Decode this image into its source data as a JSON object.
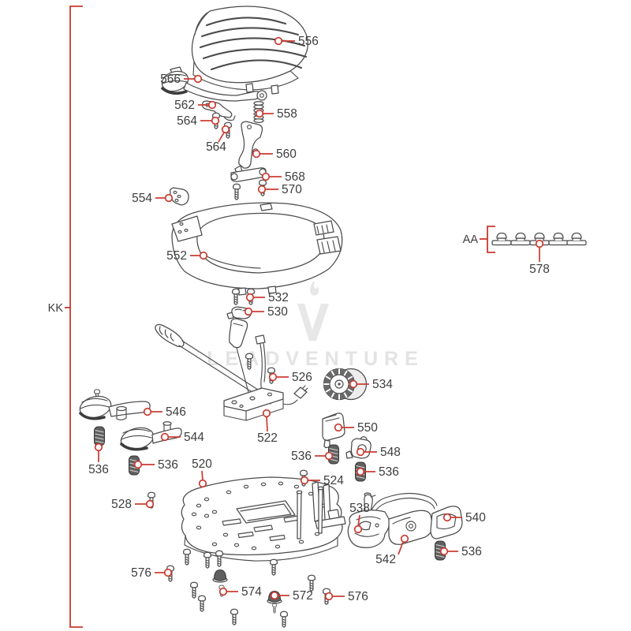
{
  "diagram": {
    "watermark": {
      "text": "LEADVENTURE"
    },
    "colors": {
      "callout_red": "#c9392f",
      "label_text": "#3d3d3d",
      "line_art": "#4c4c4c",
      "watermark_gray": "#e3e3e3"
    },
    "group_labels": {
      "kk": "KK",
      "aa": "AA"
    },
    "callouts": [
      {
        "text": "556"
      },
      {
        "text": "566"
      },
      {
        "text": "562"
      },
      {
        "text": "558"
      },
      {
        "text": "564"
      },
      {
        "text": "564"
      },
      {
        "text": "560"
      },
      {
        "text": "568"
      },
      {
        "text": "570"
      },
      {
        "text": "554"
      },
      {
        "text": "552"
      },
      {
        "text": "578"
      },
      {
        "text": "532"
      },
      {
        "text": "530"
      },
      {
        "text": "526"
      },
      {
        "text": "534"
      },
      {
        "text": "546"
      },
      {
        "text": "544"
      },
      {
        "text": "536"
      },
      {
        "text": "536"
      },
      {
        "text": "520"
      },
      {
        "text": "522"
      },
      {
        "text": "550"
      },
      {
        "text": "548"
      },
      {
        "text": "536"
      },
      {
        "text": "536"
      },
      {
        "text": "524"
      },
      {
        "text": "528"
      },
      {
        "text": "538"
      },
      {
        "text": "540"
      },
      {
        "text": "542"
      },
      {
        "text": "536"
      },
      {
        "text": "576"
      },
      {
        "text": "574"
      },
      {
        "text": "572"
      },
      {
        "text": "576"
      }
    ]
  }
}
